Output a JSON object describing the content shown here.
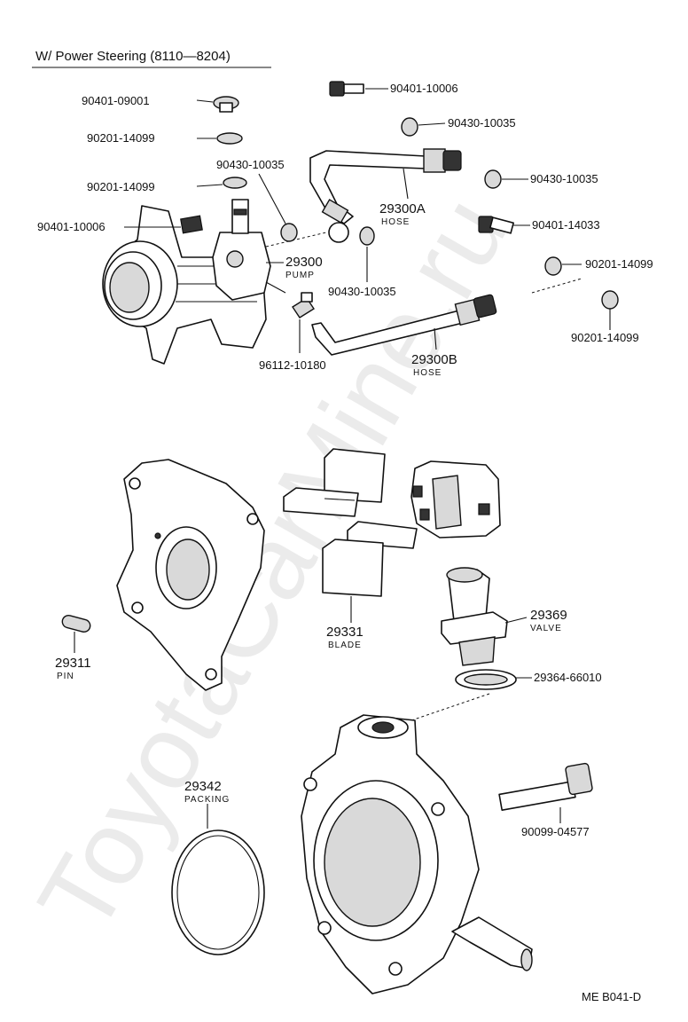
{
  "title": "W/ Power Steering (8110—8204)",
  "watermark": "ToyotaCarMine.ru",
  "diagram_code": "ME B041-D",
  "parts": {
    "bolt_top": "90401-10006",
    "washer_top": "90430-10035",
    "plug": "90401-09001",
    "gasket_a": "90201-14099",
    "gasket_b": "90201-14099",
    "washer_left": "90430-10035",
    "bolt_left": "90401-10006",
    "pump_no": "29300",
    "pump_name": "PUMP",
    "hose_a_no": "29300A",
    "hose_a_name": "HOSE",
    "washer_mid": "90430-10035",
    "washer_right": "90430-10035",
    "bolt_right": "90401-14033",
    "gasket_right_a": "90201-14099",
    "gasket_right_b": "90201-14099",
    "hose_b_no": "29300B",
    "hose_b_name": "HOSE",
    "clip": "96112-10180",
    "blade_no": "29331",
    "blade_name": "BLADE",
    "valve_no": "29369",
    "valve_name": "VALVE",
    "valve_gasket": "29364-66010",
    "pin_no": "29311",
    "pin_name": "PIN",
    "packing_no": "29342",
    "packing_name": "PACKING",
    "bolt_housing": "90099-04577"
  }
}
